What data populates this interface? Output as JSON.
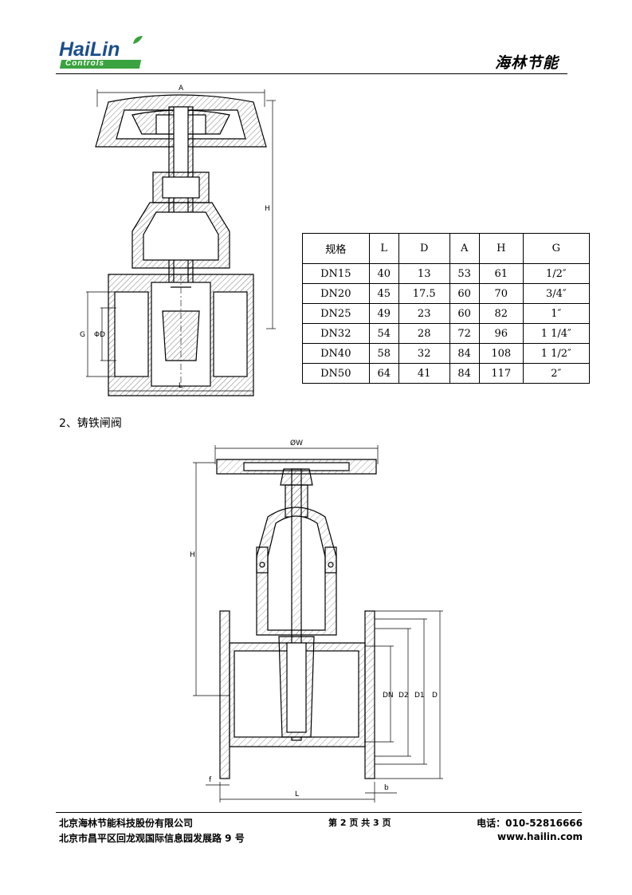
{
  "header": {
    "logo_text": "HaiLin",
    "logo_subtext": "Controls",
    "brand_cn": "海林节能",
    "colors": {
      "logo_blue": "#1b4f8a",
      "logo_green": "#3aa33f"
    }
  },
  "drawing1": {
    "labels": {
      "a": "A",
      "h": "H",
      "g": "G",
      "d": "ΦD",
      "l": "L"
    }
  },
  "spec_table": {
    "headers": [
      "规格",
      "L",
      "D",
      "A",
      "H",
      "G"
    ],
    "rows": [
      [
        "DN15",
        "40",
        "13",
        "53",
        "61",
        "1/2″"
      ],
      [
        "DN20",
        "45",
        "17.5",
        "60",
        "70",
        "3/4″"
      ],
      [
        "DN25",
        "49",
        "23",
        "60",
        "82",
        "1″"
      ],
      [
        "DN32",
        "54",
        "28",
        "72",
        "96",
        "1 1/4″"
      ],
      [
        "DN40",
        "58",
        "32",
        "84",
        "108",
        "1 1/2″"
      ],
      [
        "DN50",
        "64",
        "41",
        "84",
        "117",
        "2″"
      ]
    ]
  },
  "section2": {
    "title": "2、铸铁闸阀"
  },
  "drawing2": {
    "labels": {
      "w": "ØW",
      "h": "H",
      "dn": "DN",
      "d2": "D2",
      "d1": "D1",
      "d": "D",
      "f": "f",
      "l": "L",
      "b": "b"
    }
  },
  "footer": {
    "company": "北京海林节能科技股份有限公司",
    "address": "北京市昌平区回龙观国际信息园发展路 9 号",
    "page": "第 2 页  共 3 页",
    "phone": "电话：010-52816666",
    "website": "www.hailin.com"
  }
}
